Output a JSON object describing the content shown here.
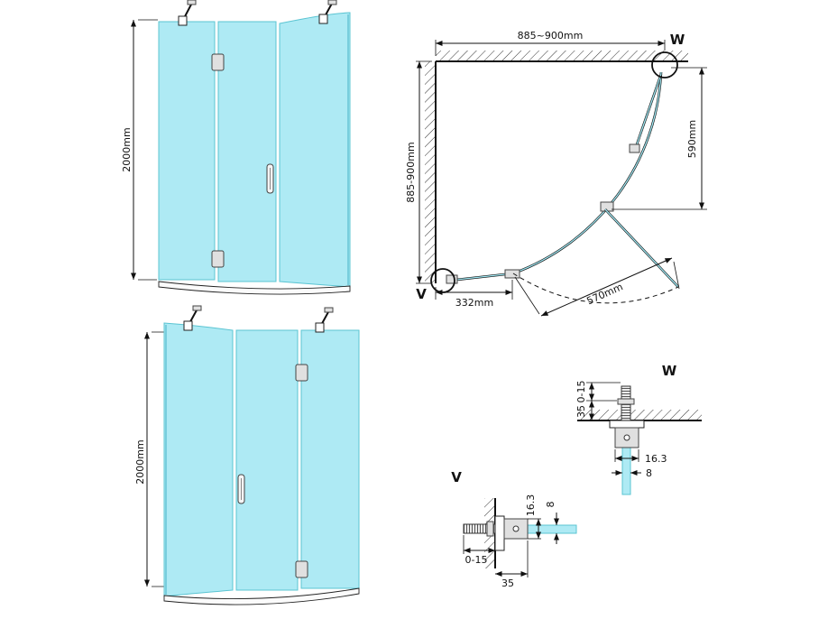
{
  "colors": {
    "glass": "#aeeaf4",
    "outline": "#111111"
  },
  "front_view": {
    "height_dim": "2000mm"
  },
  "rear_view": {
    "height_dim": "2000mm"
  },
  "plan_view": {
    "width_dim": "885~900mm",
    "depth_dim": "885-900mm",
    "side_dim": "590mm",
    "fixed_panel_dim": "332mm",
    "door_dim": "570mm",
    "marker_w": "W",
    "marker_v": "V"
  },
  "detail_w": {
    "label": "W",
    "adjust_dim": "0-15",
    "profile_dim": "35",
    "clamp_dim": "16.3",
    "glass_dim": "8"
  },
  "detail_v": {
    "label": "V",
    "clamp_dim": "16.3",
    "glass_dim": "8",
    "adjust_dim": "0-15",
    "profile_dim": "35"
  }
}
